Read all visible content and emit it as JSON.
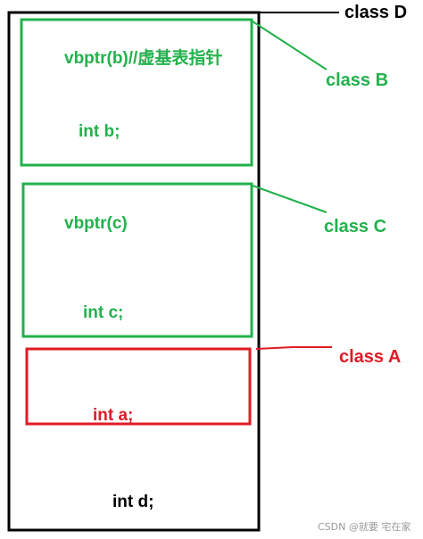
{
  "class_d": {
    "label": "class D",
    "member": "int d;",
    "color": "#000000"
  },
  "class_b": {
    "label": "class B",
    "vbptr": "vbptr(b)//虚基表指针",
    "member": "int b;",
    "color": "#22b14c"
  },
  "class_c": {
    "label": "class C",
    "vbptr": "vbptr(c)",
    "member": "int c;",
    "color": "#22b14c"
  },
  "class_a": {
    "label": "class A",
    "member": "int a;",
    "color": "#e01b24"
  },
  "watermark": "CSDN @就要 宅在家"
}
